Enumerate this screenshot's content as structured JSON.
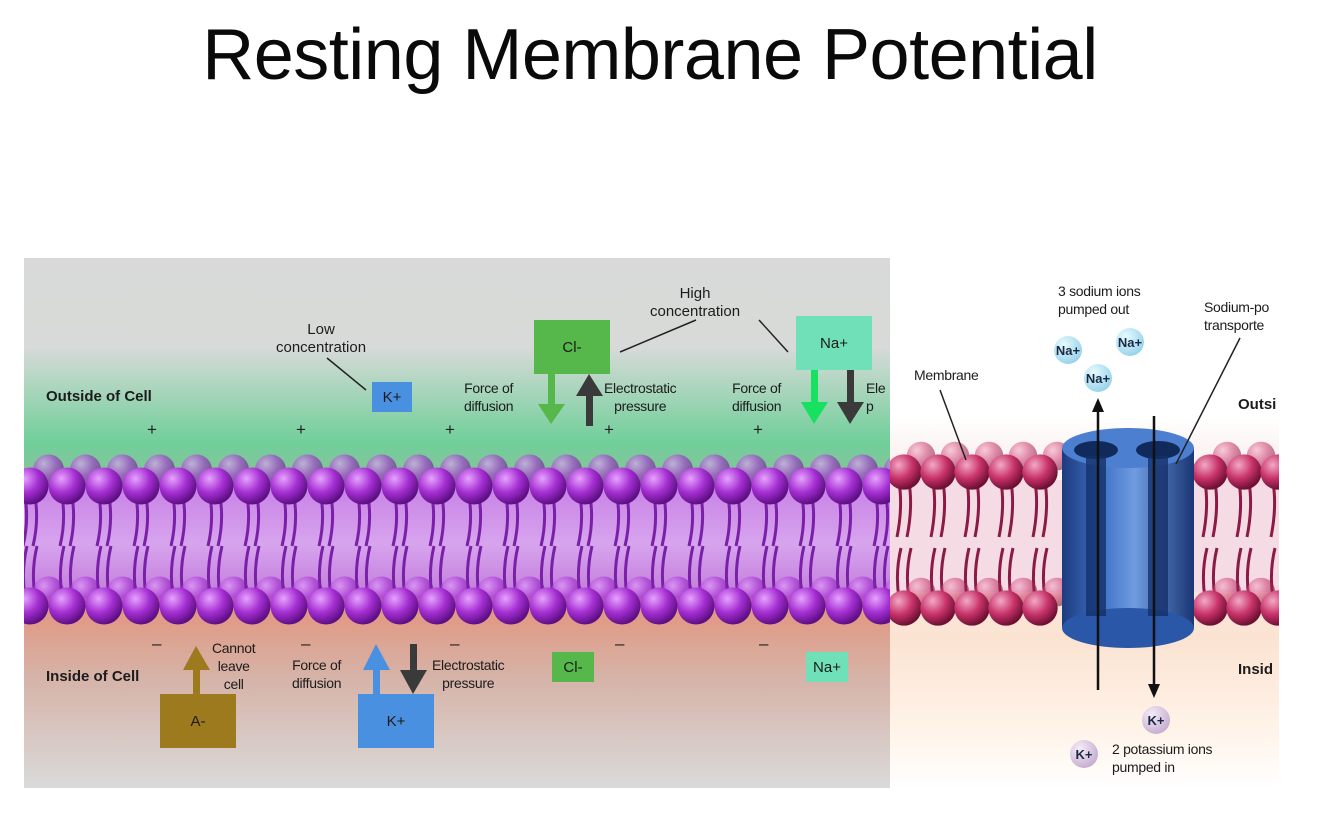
{
  "slide": {
    "title": "Resting Membrane Potential"
  },
  "left_panel": {
    "outside_label": "Outside of Cell",
    "inside_label": "Inside of Cell",
    "low_concentration": "Low\nconcentration",
    "high_concentration": "High\nconcentration",
    "ions": {
      "k_top": "K+",
      "cl_top": "Cl-",
      "na_top": "Na+",
      "cl_bottom": "Cl-",
      "na_bottom": "Na+",
      "k_bottom": "K+",
      "anion": "A-"
    },
    "force_of_diffusion": "Force of\ndiffusion",
    "electrostatic_pressure": "Electrostatic\npressure",
    "electrostatic_cut": "Ele\np",
    "cannot_leave_cell": "Cannot\nleave\ncell",
    "plus_sign": "+",
    "minus_sign": "–"
  },
  "right_panel": {
    "sodium_pumped_out": "3 sodium ions\npumped out",
    "pump_label": "Sodium-po\ntransporte",
    "membrane_label": "Membrane",
    "outside_cut": "Outsi",
    "inside_cut": "Insid",
    "potassium_pumped_in": "2 potassium ions\npumped in",
    "na_ion": "Na+",
    "k_ion": "K+"
  },
  "colors": {
    "cl_green": "#56b74a",
    "na_teal": "#6fe0b8",
    "k_blue": "#4a90e0",
    "anion_gold": "#9c7a1d",
    "bright_green_arrow": "#18e060",
    "dark_arrow": "#3a3a3a",
    "left_phospholipid": "#a534cf",
    "right_phospholipid": "#c8336a",
    "pump_blue": "#2b57a8"
  }
}
